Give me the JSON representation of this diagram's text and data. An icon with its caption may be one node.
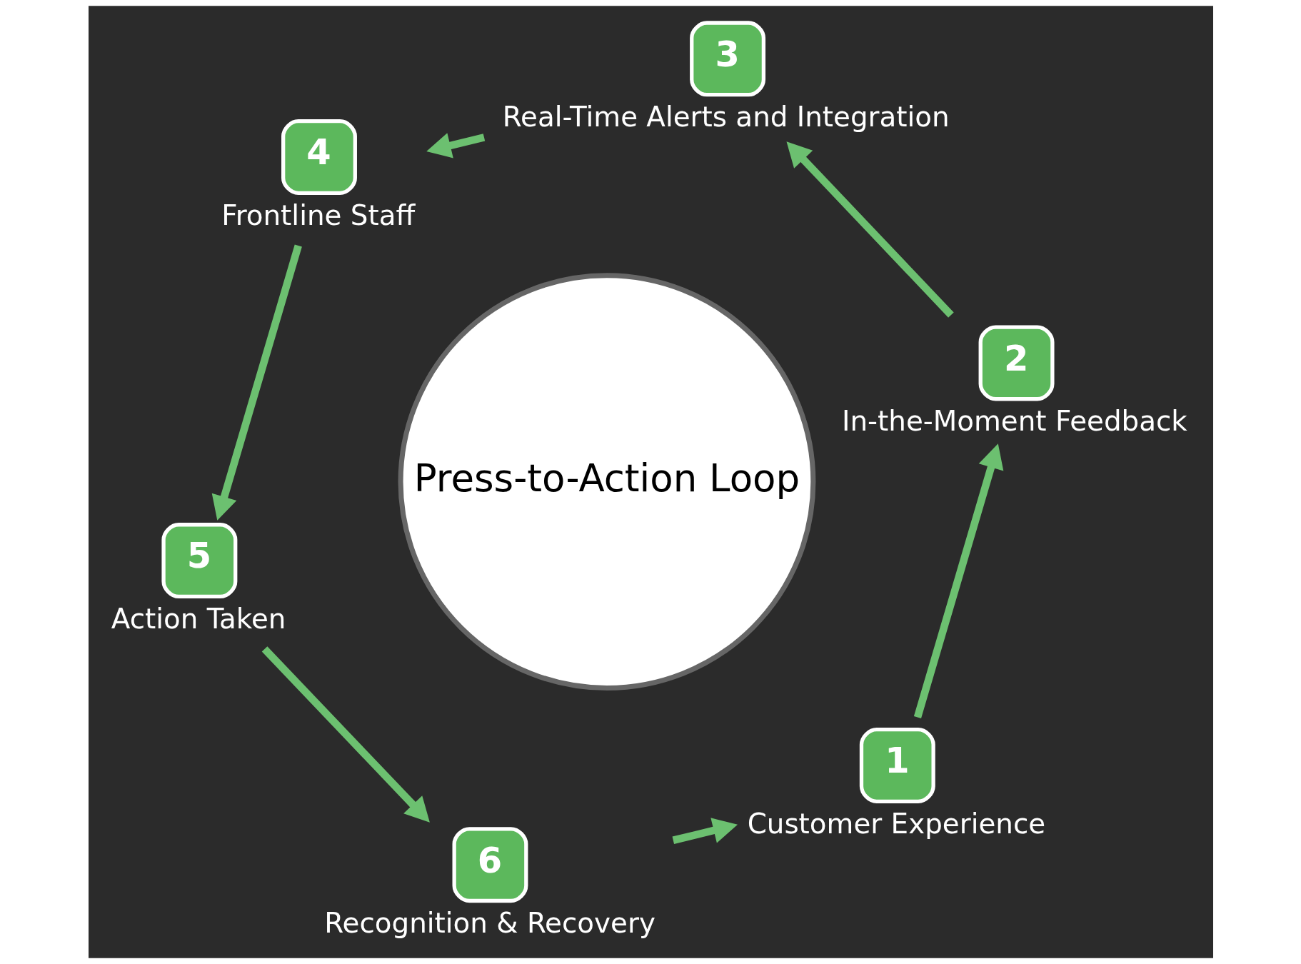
{
  "diagram": {
    "nodes": [
      {
        "text": [
          "Press-to-Action Loop"
        ]
      },
      {
        "text": [
          "1"
        ],
        "beside": [
          "Customer Experience"
        ]
      },
      {
        "text": [
          "2"
        ],
        "beside": [
          "In-the-Moment Feedback"
        ]
      },
      {
        "text": [
          "3"
        ],
        "beside": [
          "Real-Time Alerts and Integration"
        ]
      },
      {
        "text": [
          "4"
        ],
        "beside": [
          "Frontline Staff"
        ]
      },
      {
        "text": [
          "5"
        ],
        "beside": [
          "Action Taken"
        ]
      },
      {
        "text": [
          "6"
        ],
        "beside": [
          "Recognition & Recovery"
        ]
      }
    ],
    "edges": [
      {
        "from": 1,
        "to": 2,
        "arrow": "to"
      },
      {
        "from": 2,
        "to": 3,
        "arrow": "to"
      },
      {
        "from": 3,
        "to": 4,
        "arrow": "to"
      },
      {
        "from": 4,
        "to": 5,
        "arrow": "to"
      },
      {
        "from": 5,
        "to": 6,
        "arrow": "to"
      },
      {
        "from": 6,
        "to": 1,
        "arrow": "to"
      }
    ]
  }
}
